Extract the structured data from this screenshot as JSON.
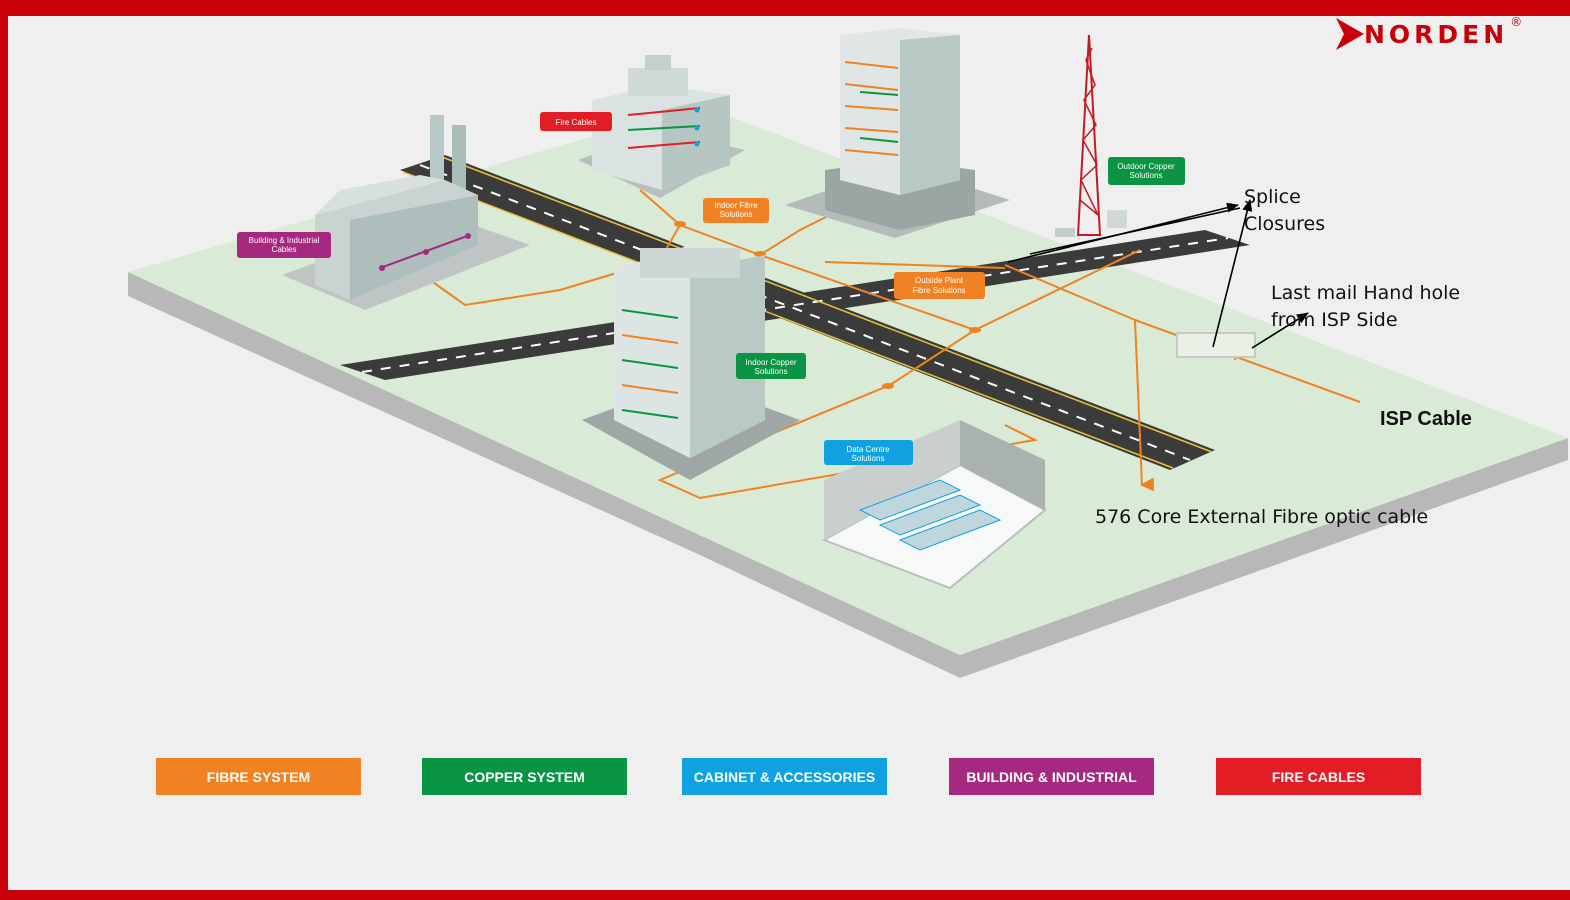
{
  "brand": {
    "name": "NORDEN",
    "registered": "®",
    "color": "#c8000a"
  },
  "diagram_tags": {
    "fire_cables": "Fire Cables",
    "indoor_fibre": [
      "Indoor Fibre",
      "Solutions"
    ],
    "building_industrial": [
      "Building & Industrial",
      "Cables"
    ],
    "outdoor_copper": [
      "Outdoor Copper",
      "Solutions"
    ],
    "outside_plant": [
      "Outside Plant",
      "Fibre Solutions"
    ],
    "indoor_copper": [
      "Indoor Copper",
      "Solutions"
    ],
    "data_centre": [
      "Data Centre",
      "Solutions"
    ]
  },
  "annotations": {
    "splice_closures": [
      "Splice",
      "Closures"
    ],
    "last_mail": [
      "Last mail Hand hole",
      "from ISP Side"
    ],
    "isp_cable": "ISP Cable",
    "core_cable": "576 Core External Fibre optic cable"
  },
  "legend": [
    {
      "label": "FIBRE SYSTEM",
      "color": "#f08223"
    },
    {
      "label": "COPPER SYSTEM",
      "color": "#0a9444"
    },
    {
      "label": "CABINET & ACCESSORIES",
      "color": "#10a2e0"
    },
    {
      "label": "BUILDING & INDUSTRIAL",
      "color": "#a5297f"
    },
    {
      "label": "FIRE CABLES",
      "color": "#e31d25"
    }
  ],
  "colors": {
    "frame": "#c8000a",
    "ground": "#dcecd9",
    "road": "#3a3a3a",
    "fibre_line": "#f08223"
  }
}
